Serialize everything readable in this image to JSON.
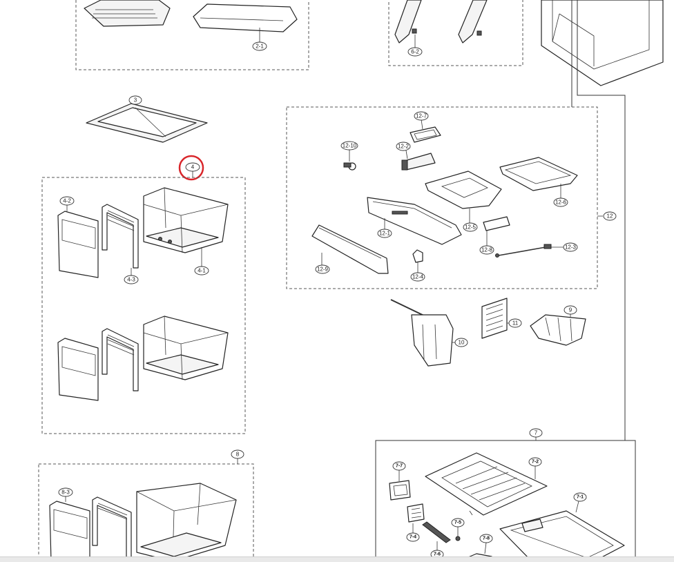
{
  "diagram": {
    "highlight_color": "#d9262b",
    "callouts": {
      "c_2_1": "2-1",
      "c_3": "3",
      "c_4": "4",
      "c_4_1": "4-1",
      "c_4_2": "4-2",
      "c_4_3": "4-3",
      "c_6_2": "6-2",
      "c_7": "7",
      "c_7_1": "7-1",
      "c_7_2": "7-2",
      "c_7_4": "7-4",
      "c_7_5": "7-5",
      "c_7_6": "7-6",
      "c_7_7": "7-7",
      "c_7_8": "7-8",
      "c_8": "8",
      "c_8_3": "8-3",
      "c_9": "9",
      "c_10": "10",
      "c_11": "11",
      "c_12": "12",
      "c_12_1": "12-1",
      "c_12_2": "12-2",
      "c_12_3": "12-3",
      "c_12_4": "12-4",
      "c_12_5": "12-5",
      "c_12_6": "12-6",
      "c_12_7": "12-7",
      "c_12_8": "12-8",
      "c_12_9": "12-9",
      "c_12_10": "12-10"
    }
  }
}
